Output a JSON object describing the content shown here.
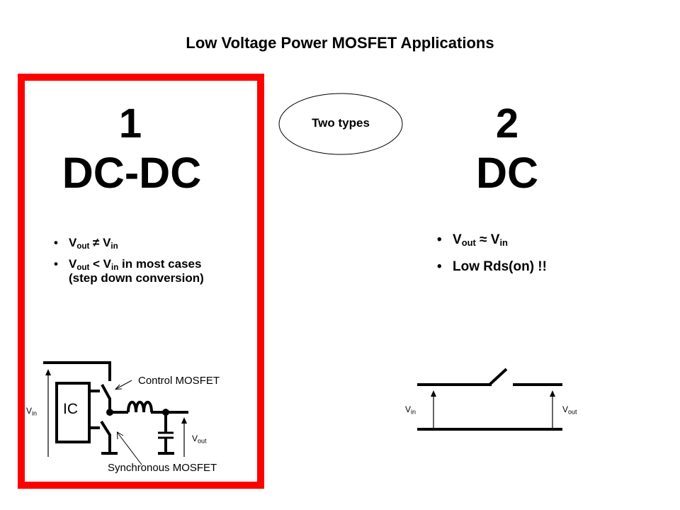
{
  "title": "Low Voltage Power MOSFET Applications",
  "center_label": "Two types",
  "colors": {
    "highlight_box": "#ff0000",
    "ink": "#000000"
  },
  "left_panel": {
    "highlighted": true,
    "number": "1",
    "headline": "DC-DC",
    "bullets": [
      {
        "v1": "V",
        "v1_sub": "out",
        "op": " ≠ ",
        "v2": "V",
        "v2_sub": "in",
        "rest": ""
      },
      {
        "v1": "V",
        "v1_sub": "out",
        "op": " < ",
        "v2": "V",
        "v2_sub": "in",
        "rest": " in most cases",
        "line2": "(step down conversion)"
      }
    ],
    "circuit": {
      "ic_label": "IC",
      "vin_label": "V",
      "vin_sub": "in",
      "vout_label": "V",
      "vout_sub": "out",
      "control_label": "Control MOSFET",
      "sync_label": "Synchronous MOSFET"
    }
  },
  "right_panel": {
    "number": "2",
    "headline": "DC",
    "bullets": [
      {
        "v1": "V",
        "v1_sub": "out",
        "op": " ≈ ",
        "v2": "V",
        "v2_sub": "in"
      },
      {
        "text": "Low Rds(on) !!"
      }
    ],
    "circuit": {
      "vin_label": "V",
      "vin_sub": "in",
      "vout_label": "V",
      "vout_sub": "out"
    }
  }
}
